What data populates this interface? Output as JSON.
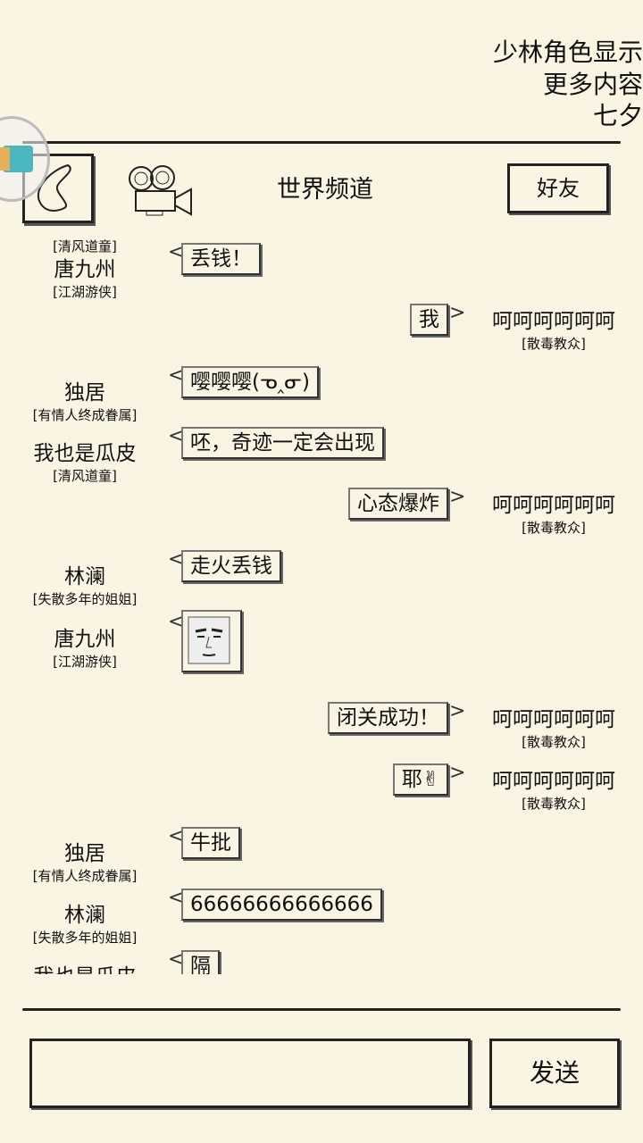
{
  "notice": [
    "少林角色显示",
    "更多内容",
    "七夕"
  ],
  "header": {
    "title": "世界频道",
    "friends_label": "好友"
  },
  "messages": [
    {
      "side": "left",
      "name": "",
      "tag": "[清风道童]",
      "text": ""
    },
    {
      "side": "left",
      "name": "唐九州",
      "tag": "[江湖游侠]",
      "text": "丢钱！"
    },
    {
      "side": "right",
      "name": "呵呵呵呵呵呵",
      "tag": "[散毒教众]",
      "text": "我"
    },
    {
      "side": "left",
      "name": "独居",
      "tag": "[有情人终成眷属]",
      "text": "嘤嘤嘤(ᓀ‸ᓂ)"
    },
    {
      "side": "left",
      "name": "我也是瓜皮",
      "tag": "[清风道童]",
      "text": "呸，奇迹一定会出现"
    },
    {
      "side": "right",
      "name": "呵呵呵呵呵呵",
      "tag": "[散毒教众]",
      "text": "心态爆炸"
    },
    {
      "side": "left",
      "name": "林澜",
      "tag": "[失散多年的姐姐]",
      "text": "走火丢钱"
    },
    {
      "side": "left",
      "name": "唐九州",
      "tag": "[江湖游侠]",
      "text": "",
      "image": "face-sticker"
    },
    {
      "side": "right",
      "name": "呵呵呵呵呵呵",
      "tag": "[散毒教众]",
      "text": "闭关成功！"
    },
    {
      "side": "right",
      "name": "呵呵呵呵呵呵",
      "tag": "[散毒教众]",
      "text": "耶✌"
    },
    {
      "side": "left",
      "name": "独居",
      "tag": "[有情人终成眷属]",
      "text": "牛批"
    },
    {
      "side": "left",
      "name": "林澜",
      "tag": "[失散多年的姐姐]",
      "text": "66666666666666"
    },
    {
      "side": "left",
      "name": "我也是瓜皮",
      "tag": "",
      "text": "隔"
    }
  ],
  "input": {
    "value": "",
    "send_label": "发送"
  }
}
